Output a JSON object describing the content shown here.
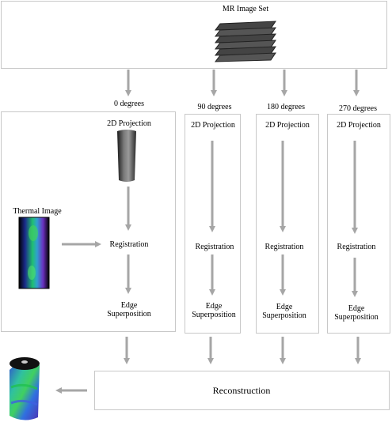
{
  "top": {
    "title": "MR Image Set"
  },
  "columns": [
    {
      "angle": "0 degrees",
      "projection": "2D Projection",
      "registration": "Registration",
      "edge": "Edge Superposition"
    },
    {
      "angle": "90 degrees",
      "projection": "2D Projection",
      "registration": "Registration",
      "edge": "Edge Superposition"
    },
    {
      "angle": "180 degrees",
      "projection": "2D Projection",
      "registration": "Registration",
      "edge": "Edge Superposition"
    },
    {
      "angle": "270 degrees",
      "projection": "2D Projection",
      "registration": "Registration",
      "edge": "Edge Superposition"
    }
  ],
  "thermal": {
    "label": "Thermal Image"
  },
  "bottom": {
    "label": "Reconstruction"
  },
  "colors": {
    "arrow": "#a6a6a6",
    "border": "#c8c8c8"
  }
}
